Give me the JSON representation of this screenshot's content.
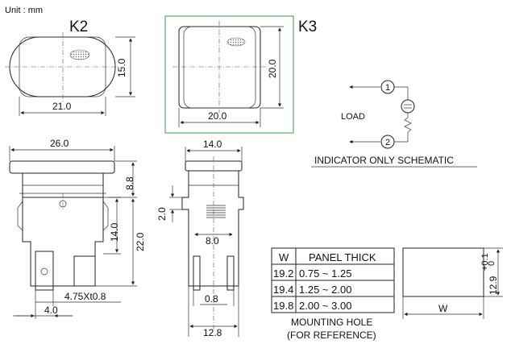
{
  "unit_label": "Unit : mm",
  "views": {
    "k2": {
      "label": "K2",
      "width": "21.0",
      "height": "15.0"
    },
    "k3": {
      "label": "K3",
      "width": "20.0",
      "height": "20.0"
    },
    "front": {
      "overall_width": "26.0",
      "flange_height": "8.8",
      "body_height": "14.0",
      "total_height": "22.0",
      "terminal": "4.75Xt0.8",
      "terminal_offset": "4.0"
    },
    "side": {
      "width": "14.0",
      "flange_thickness": "2.0",
      "inner_width": "8.0",
      "terminal_thickness": "0.8",
      "base_width": "12.8"
    }
  },
  "schematic": {
    "title": "INDICATOR ONLY SCHEMATIC",
    "load_label": "LOAD",
    "pin1": "1",
    "pin2": "2"
  },
  "panel_table": {
    "headers": [
      "W",
      "PANEL THICK"
    ],
    "rows": [
      [
        "19.2",
        "0.75 ~ 1.25"
      ],
      [
        "19.4",
        "1.25 ~ 2.00"
      ],
      [
        "19.8",
        "2.00 ~ 3.00"
      ]
    ]
  },
  "mounting_hole": {
    "caption_line1": "MOUNTING HOLE",
    "caption_line2": "(FOR REFERENCE)",
    "width_label": "W",
    "height_label": "12.9",
    "tol_plus": "+0.1",
    "tol_minus": "0"
  },
  "colors": {
    "k3_frame": "#5aaa6a",
    "lamp": "#777777"
  }
}
